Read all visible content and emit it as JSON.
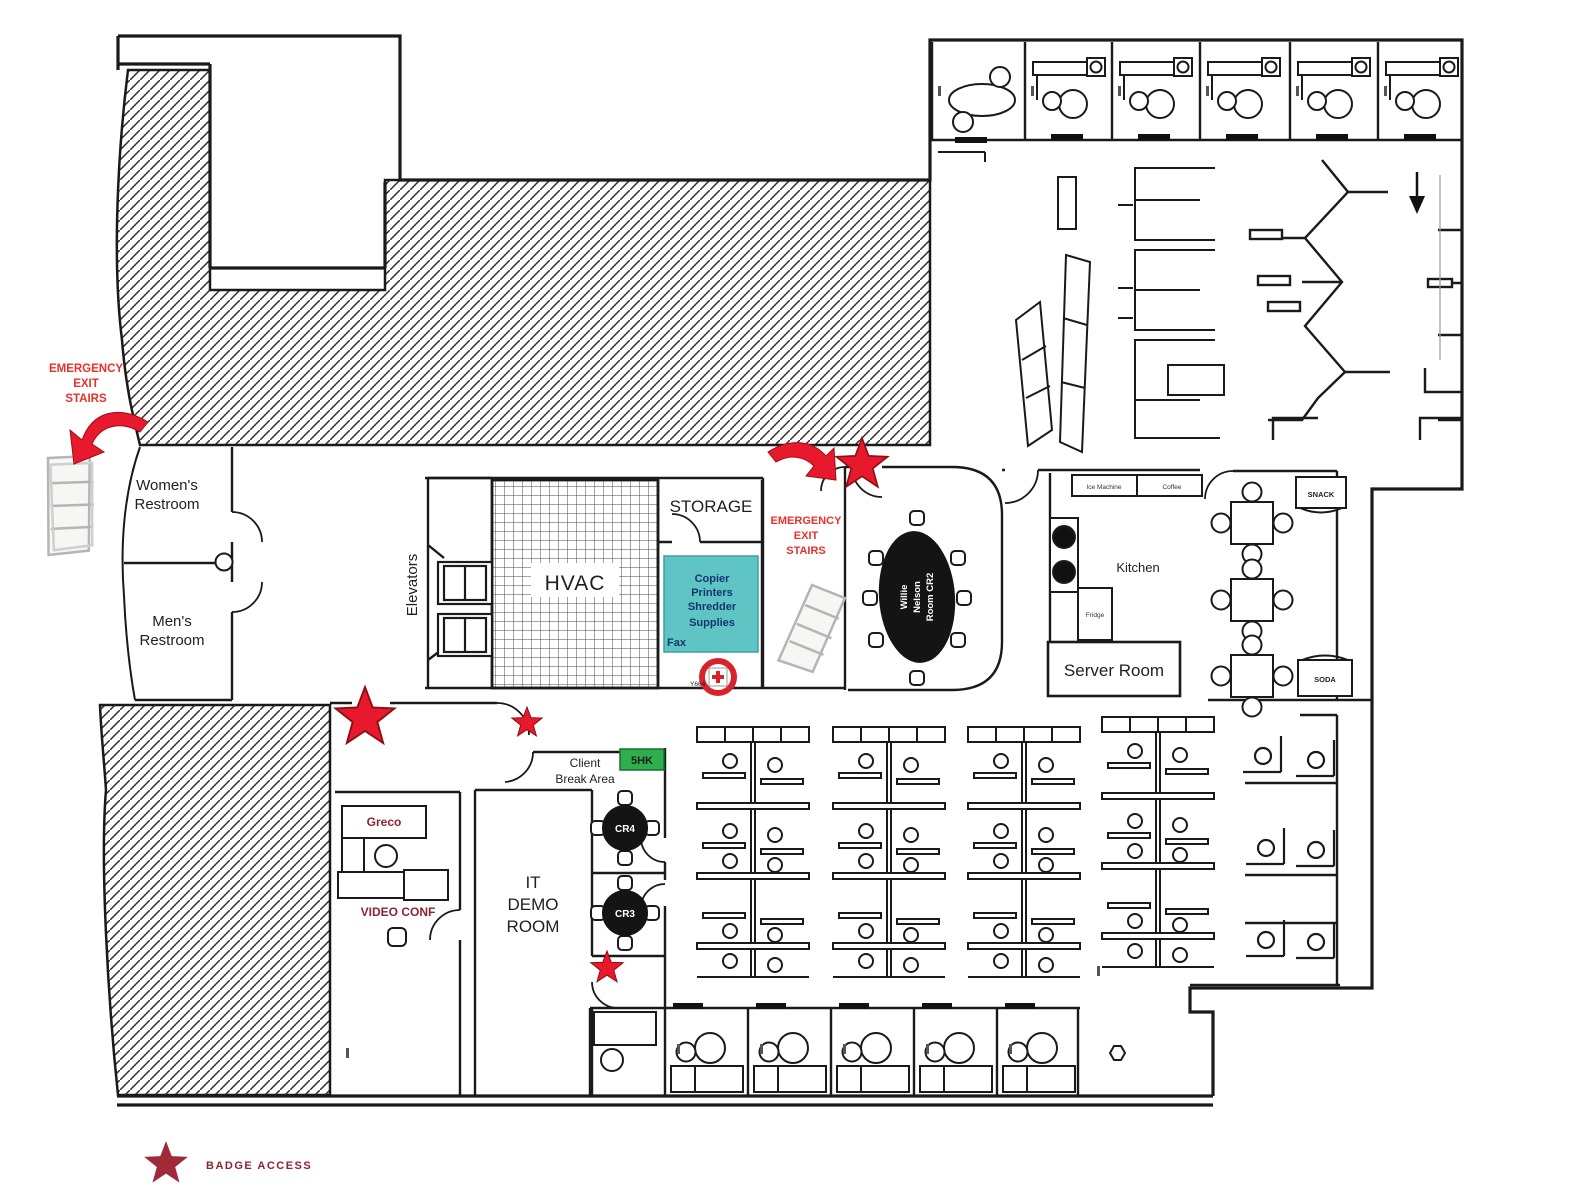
{
  "colors": {
    "wall": "#1a1a1a",
    "star_red": "#e8192c",
    "legend_star": "#a02a38",
    "red_text": "#e8312c",
    "maroon_text": "#8b2433",
    "teal_box": "#5fc4c4",
    "teal_text": "#15366e",
    "green_badge": "#2fae4e"
  },
  "rooms": {
    "womens_restroom": {
      "line1": "Women's",
      "line2": "Restroom"
    },
    "mens_restroom": {
      "line1": "Men's",
      "line2": "Restroom"
    },
    "elevators": "Elevators",
    "hvac": "HVAC",
    "storage": "STORAGE",
    "kitchen": "Kitchen",
    "server_room": "Server Room",
    "conference_cr2": {
      "line1": "Willie",
      "line2": "Nelson",
      "line3": "Room CR2"
    },
    "cr4": "CR4",
    "cr3": "CR3",
    "it_demo_room": {
      "line1": "IT",
      "line2": "DEMO",
      "line3": "ROOM"
    },
    "client_break_area": {
      "line1": "Client",
      "line2": "Break Area",
      "badge": "5HK"
    },
    "video_conf": "VIDEO CONF",
    "greco": "Greco"
  },
  "fixtures": {
    "ice_machine": "Ice Machine",
    "coffee": "Coffee",
    "fridge": "Fridge",
    "snack": "SNACK",
    "soda": "SODA",
    "fax": "Fax",
    "supplies": {
      "line1": "Copier",
      "line2": "Printers",
      "line3": "Shredder",
      "line4": "Supplies"
    },
    "asset_tag": "Y664"
  },
  "annotations": {
    "emergency_exit_left": {
      "line1": "EMERGENCY",
      "line2": "EXIT",
      "line3": "STAIRS"
    },
    "emergency_exit_mid": {
      "line1": "EMERGENCY",
      "line2": "EXIT",
      "line3": "STAIRS"
    }
  },
  "legend": {
    "badge_access": "BADGE ACCESS"
  }
}
